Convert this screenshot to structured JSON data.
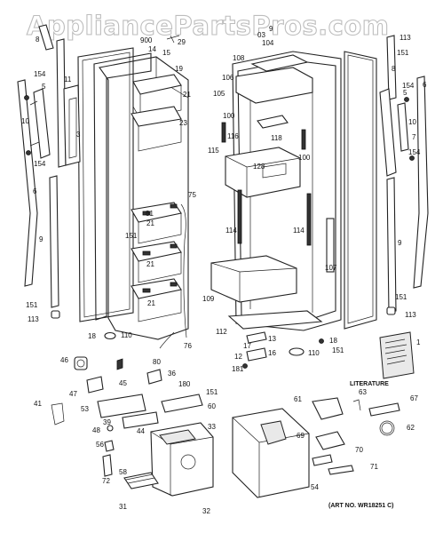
{
  "watermark": "AppliancePartsPros.com",
  "caption": "(ART NO. WR18251 C)",
  "literature_label": "LITERATURE",
  "callouts": [
    {
      "key": "c1",
      "text": "8"
    },
    {
      "key": "c2",
      "text": "900"
    },
    {
      "key": "c3",
      "text": "14"
    },
    {
      "key": "c4",
      "text": "15"
    },
    {
      "key": "c5",
      "text": "29"
    },
    {
      "key": "c6",
      "text": "19"
    },
    {
      "key": "c7",
      "text": "21"
    },
    {
      "key": "c8",
      "text": "23"
    },
    {
      "key": "c9",
      "text": "154"
    },
    {
      "key": "c10",
      "text": "5"
    },
    {
      "key": "c11",
      "text": "11"
    },
    {
      "key": "c12",
      "text": "10"
    },
    {
      "key": "c13",
      "text": "3"
    },
    {
      "key": "c14",
      "text": "154"
    },
    {
      "key": "c15",
      "text": "6"
    },
    {
      "key": "c16",
      "text": "75"
    },
    {
      "key": "c17",
      "text": "81"
    },
    {
      "key": "c18",
      "text": "21"
    },
    {
      "key": "c19",
      "text": "151"
    },
    {
      "key": "c20",
      "text": "21"
    },
    {
      "key": "c21",
      "text": "21"
    },
    {
      "key": "c22",
      "text": "9"
    },
    {
      "key": "c23",
      "text": "151"
    },
    {
      "key": "c24",
      "text": "113"
    },
    {
      "key": "c25",
      "text": "18"
    },
    {
      "key": "c26",
      "text": "110"
    },
    {
      "key": "c27",
      "text": "76"
    },
    {
      "key": "c28",
      "text": "80"
    },
    {
      "key": "c29",
      "text": "9"
    },
    {
      "key": "c30",
      "text": "03"
    },
    {
      "key": "c31",
      "text": "104"
    },
    {
      "key": "c32",
      "text": "108"
    },
    {
      "key": "c33",
      "text": "106"
    },
    {
      "key": "c34",
      "text": "105"
    },
    {
      "key": "c35",
      "text": "100"
    },
    {
      "key": "c36",
      "text": "116"
    },
    {
      "key": "c37",
      "text": "118"
    },
    {
      "key": "c38",
      "text": "100"
    },
    {
      "key": "c39",
      "text": "115"
    },
    {
      "key": "c40",
      "text": "128"
    },
    {
      "key": "c41",
      "text": "114"
    },
    {
      "key": "c42",
      "text": "114"
    },
    {
      "key": "c43",
      "text": "107"
    },
    {
      "key": "c44",
      "text": "109"
    },
    {
      "key": "c45",
      "text": "112"
    },
    {
      "key": "c46",
      "text": "18"
    },
    {
      "key": "c47",
      "text": "17"
    },
    {
      "key": "c48",
      "text": "13"
    },
    {
      "key": "c49",
      "text": "12"
    },
    {
      "key": "c50",
      "text": "16"
    },
    {
      "key": "c51",
      "text": "110"
    },
    {
      "key": "c52",
      "text": "151"
    },
    {
      "key": "c53",
      "text": "181"
    },
    {
      "key": "c54",
      "text": "113"
    },
    {
      "key": "c55",
      "text": "151"
    },
    {
      "key": "c56",
      "text": "8"
    },
    {
      "key": "c57",
      "text": "154"
    },
    {
      "key": "c58",
      "text": "6"
    },
    {
      "key": "c59",
      "text": "5"
    },
    {
      "key": "c60",
      "text": "10"
    },
    {
      "key": "c61",
      "text": "7"
    },
    {
      "key": "c62",
      "text": "154"
    },
    {
      "key": "c63",
      "text": "9"
    },
    {
      "key": "c64",
      "text": "151"
    },
    {
      "key": "c65",
      "text": "113"
    },
    {
      "key": "c66",
      "text": "1"
    },
    {
      "key": "c67",
      "text": "46"
    },
    {
      "key": "c68",
      "text": "45"
    },
    {
      "key": "c69",
      "text": "36"
    },
    {
      "key": "c70",
      "text": "180"
    },
    {
      "key": "c71",
      "text": "151"
    },
    {
      "key": "c72",
      "text": "47"
    },
    {
      "key": "c73",
      "text": "41"
    },
    {
      "key": "c74",
      "text": "53"
    },
    {
      "key": "c75",
      "text": "60"
    },
    {
      "key": "c76",
      "text": "39"
    },
    {
      "key": "c77",
      "text": "44"
    },
    {
      "key": "c78",
      "text": "33"
    },
    {
      "key": "c79",
      "text": "48"
    },
    {
      "key": "c80",
      "text": "56"
    },
    {
      "key": "c81",
      "text": "58"
    },
    {
      "key": "c82",
      "text": "72"
    },
    {
      "key": "c83",
      "text": "31"
    },
    {
      "key": "c84",
      "text": "32"
    },
    {
      "key": "c85",
      "text": "61"
    },
    {
      "key": "c86",
      "text": "63"
    },
    {
      "key": "c87",
      "text": "67"
    },
    {
      "key": "c88",
      "text": "62"
    },
    {
      "key": "c89",
      "text": "69"
    },
    {
      "key": "c90",
      "text": "70"
    },
    {
      "key": "c91",
      "text": "71"
    },
    {
      "key": "c92",
      "text": "54"
    }
  ]
}
